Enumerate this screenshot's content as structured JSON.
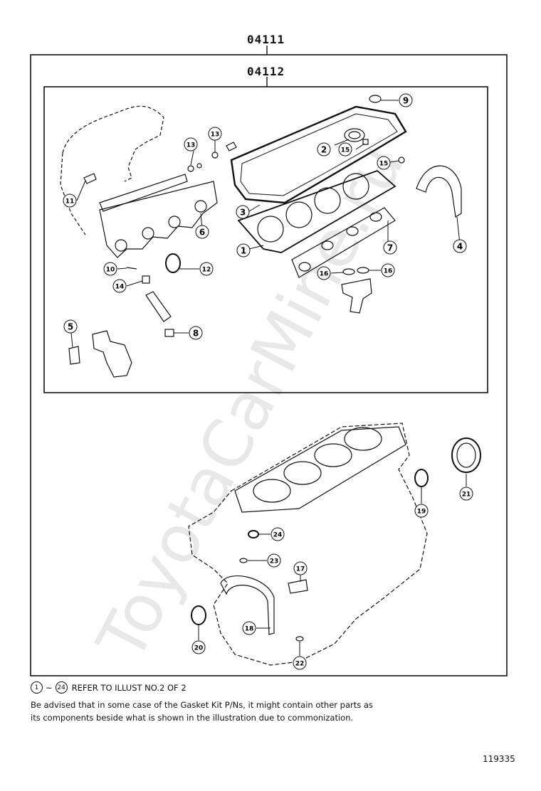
{
  "kits": {
    "outer_code": "04111",
    "inner_code": "04112"
  },
  "callouts": {
    "c1": "1",
    "c2": "2",
    "c3": "3",
    "c4": "4",
    "c5": "5",
    "c6": "6",
    "c7": "7",
    "c8": "8",
    "c9": "9",
    "c10": "10",
    "c11": "11",
    "c12": "12",
    "c13a": "13",
    "c13b": "13",
    "c14": "14",
    "c15a": "15",
    "c15b": "15",
    "c16a": "16",
    "c16b": "16",
    "c17": "17",
    "c18": "18",
    "c19": "19",
    "c20": "20",
    "c21": "21",
    "c22": "22",
    "c23": "23",
    "c24": "24"
  },
  "notes": {
    "ref_from": "1",
    "ref_tilde": "~",
    "ref_to": "24",
    "ref_text": "REFER TO ILLUST NO.2 OF 2",
    "line1": "Be advised that in some case of the Gasket Kit P/Ns,  it might contain other parts as",
    "line2": "its components beside what is shown in the illustration due to commonization."
  },
  "illustration_number": "119335",
  "watermark": "ToyotaCarMine.ru",
  "colors": {
    "ink": "#111111",
    "watermark": "#e6e6e6"
  }
}
